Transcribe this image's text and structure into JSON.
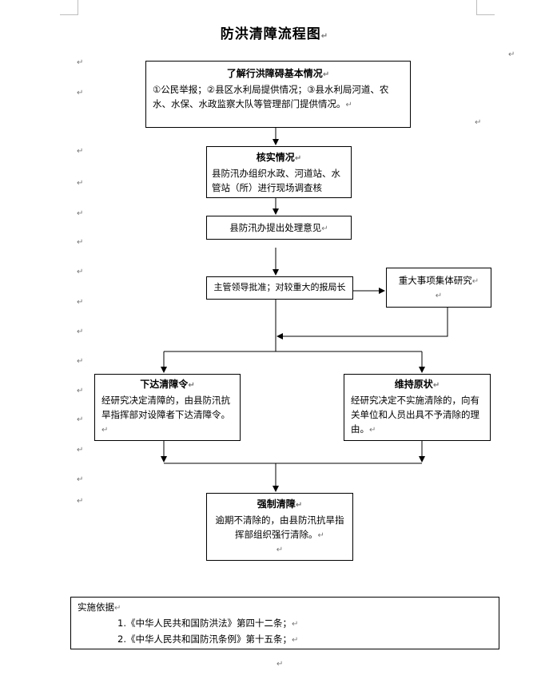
{
  "title": "防洪清障流程图",
  "para_mark": "↵",
  "boxes": {
    "understand": {
      "heading": "了解行洪障碍基本情况",
      "body": "①公民举报；②县区水利局提供情况；③县水利局河道、农水、水保、水政监察大队等管理部门提供情况。"
    },
    "verify": {
      "heading": "核实情况",
      "body": "县防汛办组织水政、河道站、水管站（所）进行现场调查核"
    },
    "opinion": {
      "body": "县防汛办提出处理意见"
    },
    "approve": {
      "body": "主管领导批准；对较重大的报局长"
    },
    "major": {
      "body": "重大事项集体研究"
    },
    "order": {
      "heading": "下达清障令",
      "body": "经研究决定清障的，由县防汛抗旱指挥部对设障者下达清障令。"
    },
    "maintain": {
      "heading": "维持原状",
      "body": "经研究决定不实施清除的，向有关单位和人员出具不予清除的理由。"
    },
    "force": {
      "heading": "强制清障",
      "body": "逾期不清除的，由县防汛抗旱指挥部组织强行清除。"
    }
  },
  "basis": {
    "label": "实施依据",
    "items": [
      "1.《中华人民共和国防洪法》第四十二条；",
      "2.《中华人民共和国防汛条例》第十五条；"
    ]
  }
}
